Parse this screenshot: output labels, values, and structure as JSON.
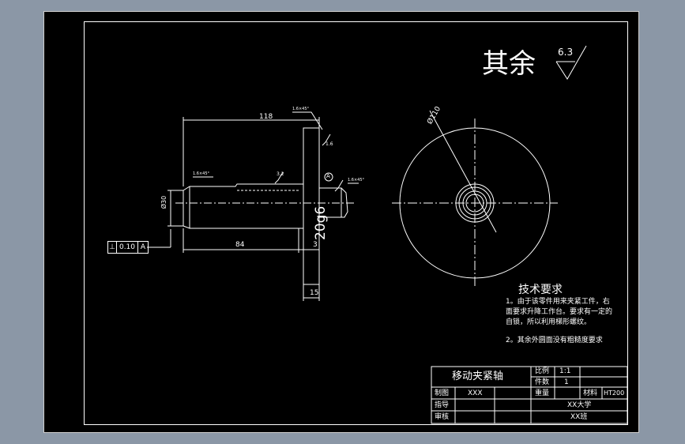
{
  "roughness_note": {
    "prefix": "其余",
    "value": "6.3"
  },
  "dimensions": {
    "total_length": "118",
    "shaft_length": "84",
    "flange_gap": "3",
    "flange_thickness": "15",
    "shaft_dia": "Ø30",
    "disc_dia": "Ø110",
    "fit": "20g6",
    "chamfer_a": "1.6×45°",
    "chamfer_b": "1.6×45°",
    "chamfer_c": "1.6×45°",
    "roughness_a": "3.2",
    "roughness_b": "1.6"
  },
  "gdt": {
    "symbol": "⊥",
    "tolerance": "0.10",
    "datum": "A",
    "datum_label": "A"
  },
  "tech": {
    "title": "技术要求",
    "line1": "1。由于该零件用来夹紧工件，右",
    "line2": "面要求升降工作台。要求有一定的",
    "line3": "自锁，所以利用梯形螺纹。",
    "line4": "2。其余外圆面没有粗糙度要求"
  },
  "title_block": {
    "part_name": "移动夹紧轴",
    "scale_label": "比例",
    "scale_value": "1:1",
    "qty_label": "件数",
    "qty_value": "1",
    "drawn_label": "制图",
    "drawn_value": "XXX",
    "weight_label": "重量",
    "material_label": "材料",
    "material_value": "HT200",
    "guide_label": "指导",
    "review_label": "审核",
    "school": "XX大学",
    "class": "XX班"
  }
}
